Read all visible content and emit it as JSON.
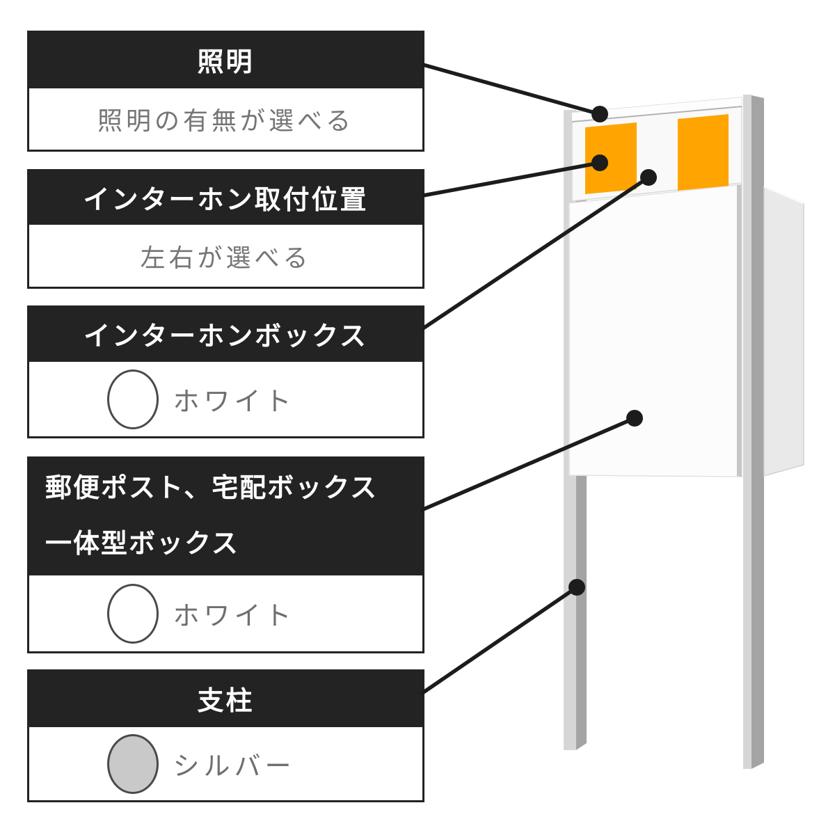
{
  "colors": {
    "header_bg": "#232323",
    "header_text": "#ffffff",
    "desc_text": "#757575",
    "leader": "#1c1c1c",
    "orange": "#FFA400",
    "white_swatch": "#ffffff",
    "silver_swatch": "#c9c9c9",
    "post_light": "#d6d6d6",
    "post_dark": "#a4a4a4",
    "panel_white": "#f9f9f9",
    "panel_cap": "#fdfdfd",
    "box_white": "#fcfcfc",
    "hinge_silver": "#c6c6c6",
    "side_panel": "#e9e9e9"
  },
  "callouts": [
    {
      "id": "lighting",
      "title": "照明",
      "description": "照明の有無が選べる"
    },
    {
      "id": "intercom-position",
      "title": "インターホン取付位置",
      "description": "左右が選べる"
    },
    {
      "id": "intercom-box",
      "title": "インターホンボックス",
      "swatch": {
        "label": "ホワイト",
        "color": "#ffffff"
      }
    },
    {
      "id": "mailbox-deliverybox",
      "title": "郵便ポスト、宅配ボックス一体型ボックス",
      "title_lines": [
        "郵便ポスト、宅配ボックス",
        "一体型ボックス"
      ],
      "swatch": {
        "label": "ホワイト",
        "color": "#ffffff"
      }
    },
    {
      "id": "post",
      "title": "支柱",
      "swatch": {
        "label": "シルバー",
        "color": "#c9c9c9"
      }
    }
  ]
}
